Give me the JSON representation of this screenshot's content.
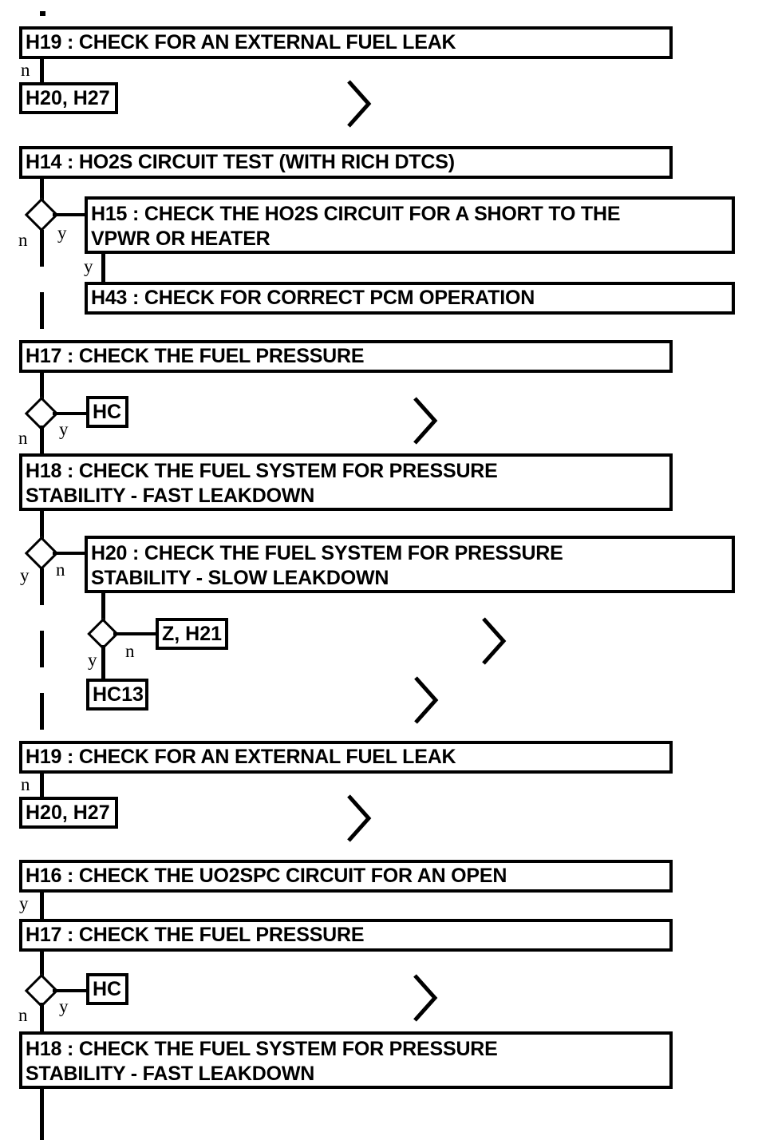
{
  "diagram": {
    "type": "flowchart",
    "title_mark": "·",
    "boxes": [
      {
        "id": "b1",
        "label": "H19 : CHECK FOR AN EXTERNAL FUEL LEAK"
      },
      {
        "id": "b2",
        "label": "H14 : HO2S CIRCUIT TEST (WITH RICH DTCS)"
      },
      {
        "id": "b3",
        "label": "H15 : CHECK THE HO2S CIRCUIT FOR A SHORT TO THE\nVPWR OR HEATER"
      },
      {
        "id": "b4",
        "label": "H43 : CHECK FOR CORRECT PCM OPERATION"
      },
      {
        "id": "b5",
        "label": "H17 : CHECK THE FUEL PRESSURE"
      },
      {
        "id": "b6",
        "label": "H18 : CHECK THE FUEL SYSTEM FOR PRESSURE\nSTABILITY - FAST LEAKDOWN"
      },
      {
        "id": "b7",
        "label": "H20 : CHECK THE FUEL SYSTEM FOR PRESSURE\nSTABILITY - SLOW LEAKDOWN"
      },
      {
        "id": "b8",
        "label": "H19 : CHECK FOR AN EXTERNAL FUEL LEAK"
      },
      {
        "id": "b9",
        "label": "H16 : CHECK THE UO2SPC CIRCUIT FOR AN OPEN"
      },
      {
        "id": "b10",
        "label": "H17 : CHECK THE FUEL PRESSURE"
      },
      {
        "id": "b11",
        "label": "H18 : CHECK THE FUEL SYSTEM FOR PRESSURE\nSTABILITY - FAST LEAKDOWN"
      }
    ],
    "chips": [
      {
        "id": "c1",
        "label": "H20, H27"
      },
      {
        "id": "c2",
        "label": "HC"
      },
      {
        "id": "c3",
        "label": "Z, H21"
      },
      {
        "id": "c4",
        "label": "HC13"
      },
      {
        "id": "c5",
        "label": "H20, H27"
      },
      {
        "id": "c6",
        "label": "HC"
      }
    ],
    "branch_labels": [
      {
        "id": "l1",
        "text": "n"
      },
      {
        "id": "l2",
        "text": "y"
      },
      {
        "id": "l3",
        "text": "n"
      },
      {
        "id": "l4",
        "text": "y"
      },
      {
        "id": "l5",
        "text": "y"
      },
      {
        "id": "l6",
        "text": "n"
      },
      {
        "id": "l7",
        "text": "n"
      },
      {
        "id": "l8",
        "text": "y"
      },
      {
        "id": "l9",
        "text": "n"
      },
      {
        "id": "l10",
        "text": "y"
      },
      {
        "id": "l11",
        "text": "n"
      },
      {
        "id": "l12",
        "text": "y"
      },
      {
        "id": "l13",
        "text": "y"
      },
      {
        "id": "l14",
        "text": "n"
      }
    ],
    "connector_marker": "off-page-chevron",
    "colors": {
      "stroke": "#000000",
      "fill": "#ffffff",
      "text": "#000000"
    }
  }
}
